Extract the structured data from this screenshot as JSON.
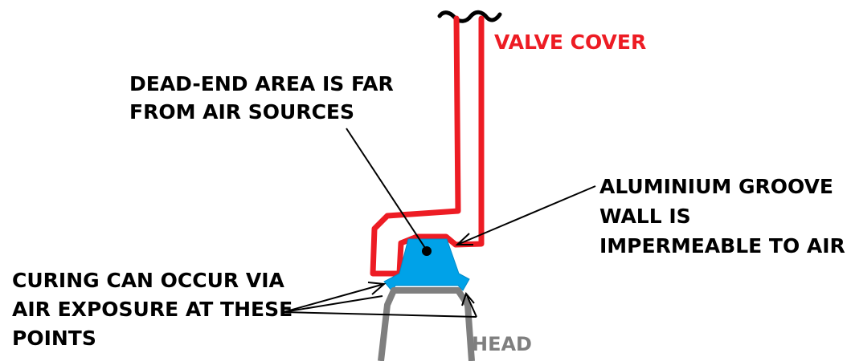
{
  "labels": {
    "valve_cover": "VALVE COVER",
    "dead_end": [
      "DEAD-END AREA IS FAR",
      "FROM AIR SOURCES"
    ],
    "groove_wall": [
      "ALUMINIUM GROOVE",
      "WALL IS",
      "IMPERMEABLE TO AIR"
    ],
    "curing": [
      "CURING CAN OCCUR VIA",
      "AIR EXPOSURE AT THESE",
      "POINTS"
    ],
    "head": "HEAD"
  },
  "colors": {
    "valve_cover": "#ed1c24",
    "sealant": "#00a2e8",
    "head": "#7f7f7f",
    "text": "#000000"
  }
}
